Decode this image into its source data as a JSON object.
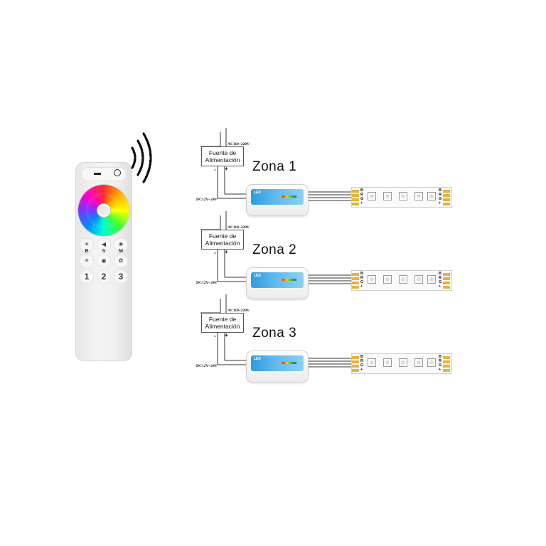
{
  "remote": {
    "keys": [
      {
        "label": "B",
        "icon": "sun-icon"
      },
      {
        "label": "S",
        "icon": "speed-icon"
      },
      {
        "label": "M",
        "icon": "mode-icon"
      }
    ],
    "zone_buttons": [
      "1",
      "2",
      "3"
    ],
    "icons": [
      "power-off-icon",
      "power-on-icon",
      "color-wheel"
    ]
  },
  "zones": [
    {
      "title": "Zona 1",
      "psu_line1": "Fuente de",
      "psu_line2": "Alimentación",
      "ac_spec": "AC110~220V",
      "dc_spec": "DC12V~24V",
      "minus": "-",
      "plus": "+"
    },
    {
      "title": "Zona 2",
      "psu_line1": "Fuente de",
      "psu_line2": "Alimentación",
      "ac_spec": "AC110~220V",
      "dc_spec": "DC12V~24V",
      "minus": "-",
      "plus": "+"
    },
    {
      "title": "Zona 3",
      "psu_line1": "Fuente de",
      "psu_line2": "Alimentación",
      "ac_spec": "AC110~220V",
      "dc_spec": "DC12V~24V",
      "minus": "-",
      "plus": "+"
    }
  ],
  "strip_pins": [
    "B",
    "R",
    "G",
    "+"
  ],
  "controller_brand": "LED",
  "colors": {
    "wire": "#333333",
    "pad": "#e9b23a",
    "controller_label": "#2f9be0"
  }
}
